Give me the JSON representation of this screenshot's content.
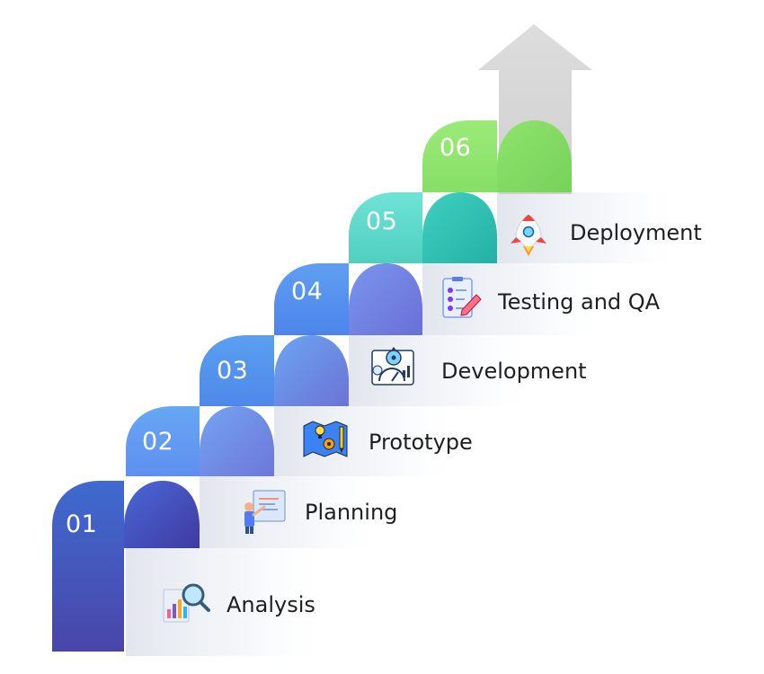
{
  "diagram": {
    "accent_colors": {
      "arrow": "#d9d9d9",
      "step1": "#3e63c9",
      "step2": "#5f8ff0",
      "step3": "#4f88ea",
      "step4": "#4d84ec",
      "step5": "#5ad8c6",
      "step6": "#8fe36d"
    },
    "steps": [
      {
        "number": "01",
        "label": "Analysis",
        "icon": "analysis-magnifier-icon"
      },
      {
        "number": "02",
        "label": "Planning",
        "icon": "planning-board-icon"
      },
      {
        "number": "03",
        "label": "Prototype",
        "icon": "prototype-blueprint-icon"
      },
      {
        "number": "04",
        "label": "Development",
        "icon": "development-gear-icon"
      },
      {
        "number": "05",
        "label": "Testing and QA",
        "icon": "testing-checklist-icon"
      },
      {
        "number": "06",
        "label": "Deployment",
        "icon": "deployment-rocket-icon"
      }
    ]
  }
}
